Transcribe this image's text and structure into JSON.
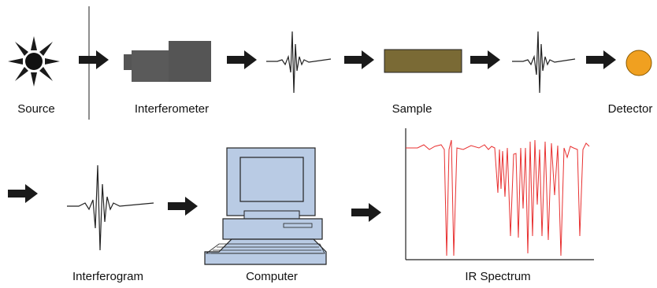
{
  "labels": {
    "source": "Source",
    "interferometer": "Interferometer",
    "sample": "Sample",
    "detector": "Detector",
    "interferogram": "Interferogram",
    "computer": "Computer",
    "ir_spectrum": "IR Spectrum"
  },
  "colors": {
    "arrow": "#1a1a1a",
    "interferometer": "#555555",
    "sample": "#7a6a35",
    "detector": "#f0a020",
    "computer_body": "#b9cbe4",
    "spectrum_line": "#e83030"
  },
  "icons": [
    "source-starburst-icon",
    "interferometer-icon",
    "sample-block-icon",
    "detector-icon",
    "computer-icon"
  ]
}
